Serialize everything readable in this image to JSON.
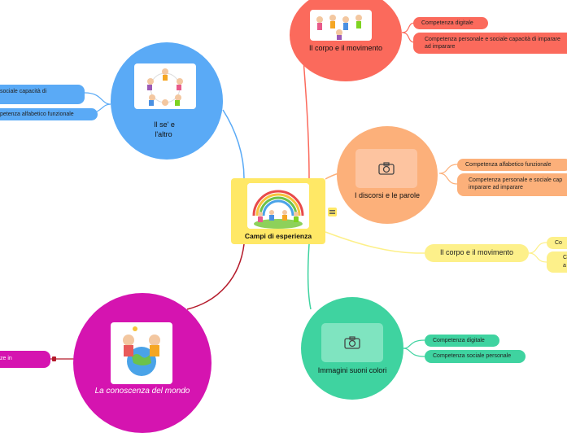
{
  "central": {
    "title": "Campi di esperienza"
  },
  "topics": {
    "corpo": {
      "label": "Il corpo e il movimento",
      "color": "#fb6a5c",
      "items": [
        "Competenza digitale",
        "Competenza personale e sociale capacità di imparare ad imparare"
      ]
    },
    "se_altro": {
      "label_line1": "Il se' e",
      "label_line2": "l'altro",
      "color": "#5aaaf6",
      "items": [
        "sociale capacità di",
        "petenza alfabetico funzionale"
      ]
    },
    "discorsi": {
      "label": "I discorsi e le parole",
      "color": "#fcb07a",
      "items": [
        "Competenza alfabetico funzionale",
        "Competenza personale e sociale cap imparare ad imparare"
      ]
    },
    "corpo2": {
      "label": "Il corpo e il movimento",
      "color": "#fdf08a",
      "items": [
        "Co",
        "Co a"
      ]
    },
    "immagini": {
      "label": "Immagini suoni colori",
      "color": "#3fd3a0",
      "items": [
        "Competenza digitale",
        "Competenza sociale personale"
      ]
    },
    "mondo": {
      "label": "La conoscenza del mondo",
      "color": "#d514b0",
      "items": [
        "ze in"
      ]
    }
  },
  "icons": {
    "camera": "camera-icon",
    "notes": "notes-icon"
  }
}
